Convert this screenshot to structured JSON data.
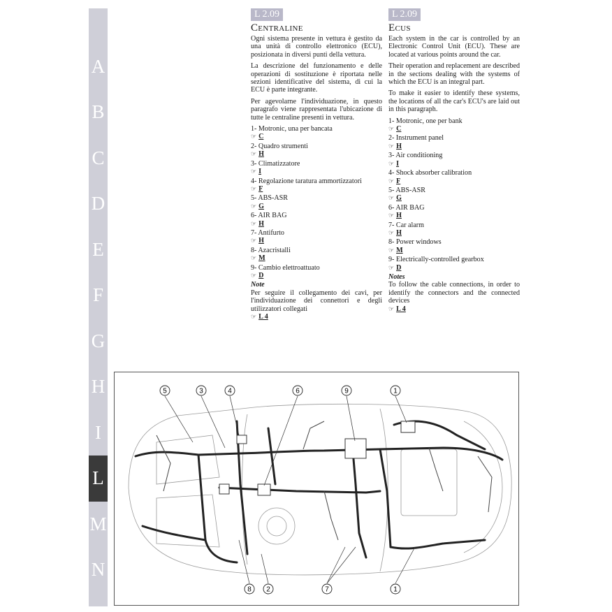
{
  "sidebar": {
    "letters": [
      "A",
      "B",
      "C",
      "D",
      "E",
      "F",
      "G",
      "H",
      "I",
      "L",
      "M",
      "N"
    ],
    "active": "L"
  },
  "italian": {
    "code": "L 2.09",
    "title": "Centraline",
    "intro": "Ogni sistema presente in vettura è gestito da una unità di controllo elettronico (ECU), posizionata in diversi punti della vettura.",
    "p2": "La descrizione del funzionamento e delle operazioni di sostituzione è riportata nelle sezioni identificative del sistema, di cui la ECU è parte integrante.",
    "p3": "Per agevolarne l'individuazione, in questo paragrafo viene rappresentata l'ubicazione di tutte le centraline presenti in vettura.",
    "items": [
      {
        "label": "1- Motronic, una per bancata",
        "ref": "C"
      },
      {
        "label": "2- Quadro strumenti",
        "ref": "H"
      },
      {
        "label": "3- Climatizzatore",
        "ref": "I"
      },
      {
        "label": "4- Regolazione taratura ammortizzatori",
        "ref": "F"
      },
      {
        "label": "5- ABS-ASR",
        "ref": "G"
      },
      {
        "label": "6- AIR BAG",
        "ref": "H"
      },
      {
        "label": "7- Antifurto",
        "ref": "H"
      },
      {
        "label": "8- Azacristalli",
        "ref": "M"
      },
      {
        "label": "9- Cambio elettroattuato",
        "ref": "D"
      }
    ],
    "notes_title": "Note",
    "notes_text": "Per seguire il collegamento dei cavi, per l'individuazione dei connettori e degli utilizzatori collegati",
    "notes_ref": "L 4"
  },
  "english": {
    "code": "L 2.09",
    "title": "Ecus",
    "intro": "Each system in the car is controlled by an Electronic Control Unit (ECU). These are located at various points around the car.",
    "p2": "Their operation and replacement are described in the sections dealing with the systems of which the ECU is an integral part.",
    "p3": "To make it easier to identify these systems, the locations of all the car's ECU's are laid out in this paragraph.",
    "items": [
      {
        "label": "1- Motronic, one per bank",
        "ref": "C"
      },
      {
        "label": "2- Instrument panel",
        "ref": "H"
      },
      {
        "label": "3- Air conditioning",
        "ref": "I"
      },
      {
        "label": "4- Shock absorber calibration",
        "ref": "F"
      },
      {
        "label": "5- ABS-ASR",
        "ref": "G"
      },
      {
        "label": "6- AIR BAG",
        "ref": "H"
      },
      {
        "label": "7- Car alarm",
        "ref": "H"
      },
      {
        "label": "8- Power windows",
        "ref": "M"
      },
      {
        "label": "9- Electrically-controlled gearbox",
        "ref": "D"
      }
    ],
    "notes_title": "Notes",
    "notes_text": "To follow the cable connections, in order to identify the connectors and the connected devices",
    "notes_ref": "L 4"
  },
  "diagram": {
    "callouts_top": [
      "5",
      "3",
      "4",
      "6",
      "9",
      "1"
    ],
    "callouts_bottom": [
      "8",
      "2",
      "7",
      "1"
    ]
  },
  "colors": {
    "sidebar": "#cfcfd8",
    "active_tab": "#3a3a3a",
    "badge": "#b9b8c9"
  }
}
